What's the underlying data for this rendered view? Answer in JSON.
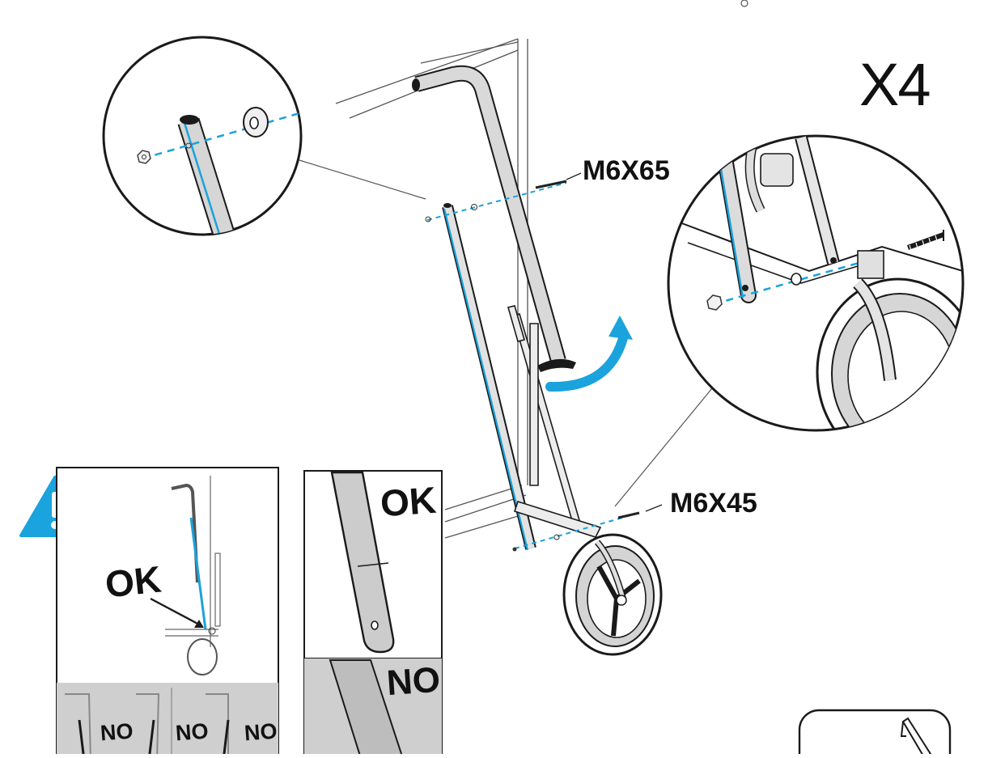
{
  "labels": {
    "multiplier": "X4",
    "screw_top": "M6X65",
    "screw_bottom": "M6X45",
    "ok_left": "OK",
    "ok_middle": "OK",
    "no_middle": "NO",
    "no_small": [
      "NO",
      "NO",
      "NO"
    ]
  },
  "colors": {
    "accent_blue": "#1aa3dc",
    "line": "#1a1a1a",
    "tube_fill": "#d9d9d9",
    "panel_gray": "#cfcfcf"
  },
  "icons": {
    "warning": "warning-triangle-icon",
    "rotate_arrow": "curved-arrow-icon",
    "tool": "hex-key-icon"
  }
}
